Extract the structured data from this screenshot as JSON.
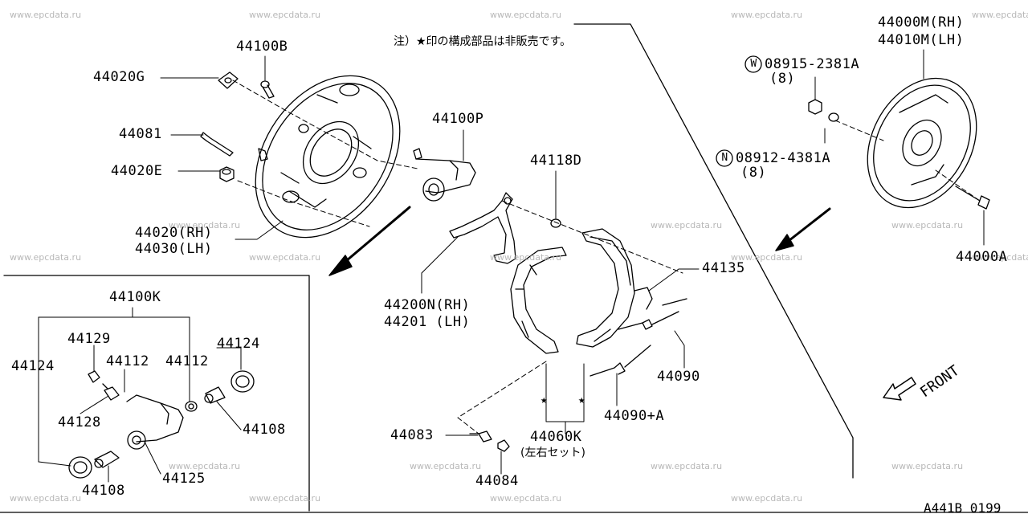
{
  "note": "注）★印の構成部品は非販売です。",
  "diagram_code": "A441B 0199",
  "front_label": "FRONT",
  "watermark": "www.epcdata.ru",
  "labels": {
    "p44100B": "44100B",
    "p44020G": "44020G",
    "p44081": "44081",
    "p44020E": "44020E",
    "p44020": "44020(RH)",
    "p44030": "44030(LH)",
    "p44100P": "44100P",
    "p44118D": "44118D",
    "p44000M": "44000M(RH)",
    "p44010M": "44010M(LH)",
    "p08915": "08915-2381A",
    "p08915q": "(8)",
    "p08912": "08912-4381A",
    "p08912q": "(8)",
    "p44000A": "44000A",
    "p44135": "44135",
    "p44200N": "44200N(RH)",
    "p44201": "44201 (LH)",
    "p44090": "44090",
    "p44090A": "44090+A",
    "p44060K": "44060K",
    "p44060Kn": "(左右セット)",
    "p44083": "44083",
    "p44084": "44084",
    "p44100K": "44100K",
    "p44129": "44129",
    "p44124a": "44124",
    "p44112a": "44112",
    "p44112b": "44112",
    "p44124b": "44124",
    "p44128": "44128",
    "p44108a": "44108",
    "p44108b": "44108",
    "p44125": "44125"
  },
  "symbols": {
    "washer": "W",
    "nut": "N",
    "star": "★"
  }
}
